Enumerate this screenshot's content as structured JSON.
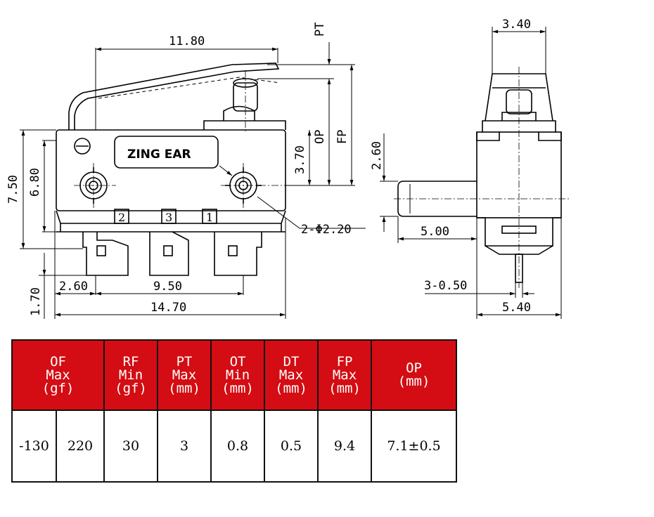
{
  "drawing": {
    "brand": "ZING EAR",
    "pins": [
      "2",
      "3",
      "1"
    ],
    "front_dims": {
      "overall_length": "11.80",
      "height_a": "7.50",
      "height_b": "6.80",
      "pin_len": "1.70",
      "pin_off": "2.60",
      "pin_pitch": "9.50",
      "body_len": "14.70",
      "hole_height": "3.70",
      "holes": "2-Φ2.20",
      "pt": "PT",
      "op": "OP",
      "fp": "FP"
    },
    "side_dims": {
      "top_width": "3.40",
      "actuator_h": "2.60",
      "actuator_len": "5.00",
      "terminal": "3-0.50",
      "body_width": "5.40"
    }
  },
  "table": {
    "headers": [
      {
        "lines": [
          "OF",
          "Max",
          "(gf)"
        ]
      },
      {
        "lines": [
          "RF",
          "Min",
          "(gf)"
        ]
      },
      {
        "lines": [
          "PT",
          "Max",
          "(mm)"
        ]
      },
      {
        "lines": [
          "OT",
          "Min",
          "(mm)"
        ]
      },
      {
        "lines": [
          "DT",
          "Max",
          "(mm)"
        ]
      },
      {
        "lines": [
          "FP",
          "Max",
          "(mm)"
        ]
      },
      {
        "lines": [
          "OP",
          "(mm)"
        ]
      }
    ],
    "values": [
      "-130",
      "220",
      "30",
      "3",
      "0.8",
      "0.5",
      "9.4",
      "7.1±0.5"
    ],
    "header_color": "#d30d13"
  }
}
